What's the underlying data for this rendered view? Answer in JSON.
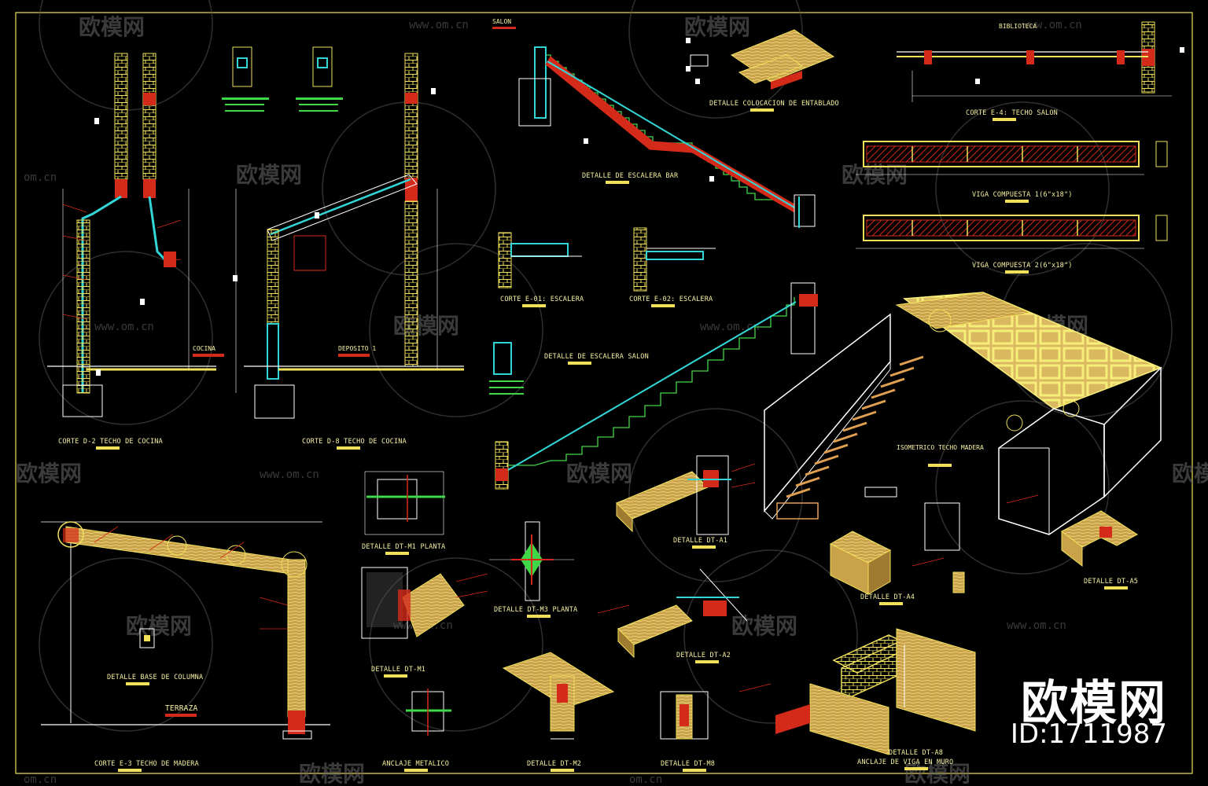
{
  "drawing": {
    "titles": {
      "corte_d2": "CORTE D-2 TECHO DE COCINA",
      "corte_d8": "CORTE D-8 TECHO DE COCINA",
      "cocina": "COCINA",
      "deposito": "DEPOSITO 1",
      "salon": "SALON",
      "escalera_bar": "DETALLE DE ESCALERA BAR",
      "corte_e01": "CORTE E-01: ESCALERA",
      "corte_e02": "CORTE E-02: ESCALERA",
      "escalera_salon": "DETALLE DE ESCALERA SALON",
      "entablado": "DETALLE COLOCACION DE ENTABLADO",
      "biblioteca": "BIBLIOTECA",
      "corte_e4": "CORTE E-4: TECHO SALON",
      "viga1": "VIGA COMPUESTA 1(6\"x18\")",
      "viga2": "VIGA COMPUESTA 2(6\"x18\")",
      "isometrico": "ISOMETRICO TECHO MADERA",
      "terraza": "TERRAZA",
      "corte_e3": "CORTE E-3 TECHO DE MADERA",
      "base_columna": "DETALLE BASE DE COLUMNA",
      "dt_m1_planta": "DETALLE DT-M1 PLANTA",
      "dt_m1": "DETALLE DT-M1",
      "dt_m3_planta": "DETALLE DT-M3 PLANTA",
      "anclaje": "ANCLAJE METALICO",
      "dt_m2": "DETALLE DT-M2",
      "dt_m8": "DETALLE DT-M8",
      "dt_a1": "DETALLE DT-A1",
      "dt_a2": "DETALLE DT-A2",
      "dt_a4": "DETALLE DT-A4",
      "dt_a5": "DETALLE DT-A5",
      "dt_a8": "DETALLE DT-A8",
      "anclaje_viga": "ANCLAJE DE VIGA EN MURO"
    }
  },
  "watermark": {
    "text": "欧模网",
    "url": "www.om.cn",
    "url_short": "om.cn"
  },
  "brand": {
    "name": "欧模网",
    "id": "ID:1711987"
  },
  "colors": {
    "background": "#000000",
    "wall": "#f0e05a",
    "section": "#d42a1a",
    "rebar": "#33d6d6",
    "dimension": "#ffffff",
    "title": "#f5f0a0",
    "wood": "#e0c070"
  }
}
